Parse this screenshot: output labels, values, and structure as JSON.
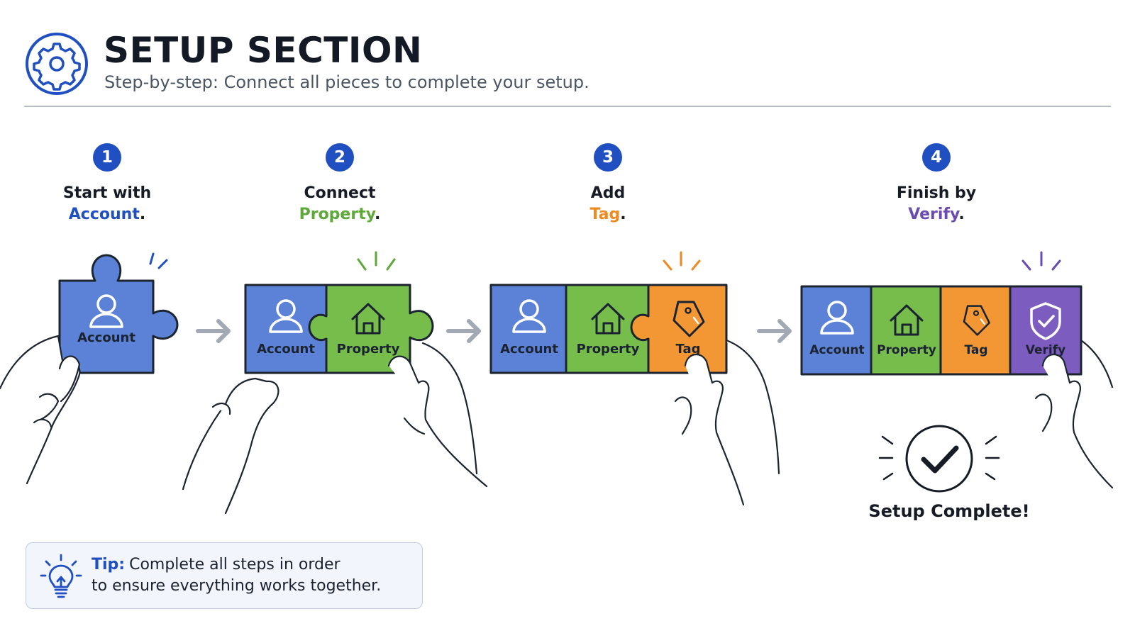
{
  "header": {
    "title": "SETUP SECTION",
    "subtitle": "Step-by-step: Connect all pieces to complete your setup."
  },
  "colors": {
    "account": "#5b82d6",
    "property": "#76bd4c",
    "tag": "#f29733",
    "verify": "#7c5cbf",
    "accent_blue": "#1f4fc1"
  },
  "steps": [
    {
      "number": "1",
      "line1": "Start with",
      "highlight": "Account",
      "period": "."
    },
    {
      "number": "2",
      "line1": "Connect",
      "highlight": "Property",
      "period": "."
    },
    {
      "number": "3",
      "line1": "Add",
      "highlight": "Tag",
      "period": "."
    },
    {
      "number": "4",
      "line1": "Finish by",
      "highlight": "Verify",
      "period": "."
    }
  ],
  "pieces": {
    "account": {
      "label": "Account",
      "icon": "user-icon"
    },
    "property": {
      "label": "Property",
      "icon": "house-icon"
    },
    "tag": {
      "label": "Tag",
      "icon": "tag-icon"
    },
    "verify": {
      "label": "Verify",
      "icon": "shield-check-icon"
    }
  },
  "completion": {
    "label": "Setup Complete!",
    "icon": "checkmark-circle-icon"
  },
  "tip": {
    "label": "Tip:",
    "line1": "Complete all steps in order",
    "line2": "to ensure everything works together.",
    "icon": "lightbulb-icon"
  }
}
